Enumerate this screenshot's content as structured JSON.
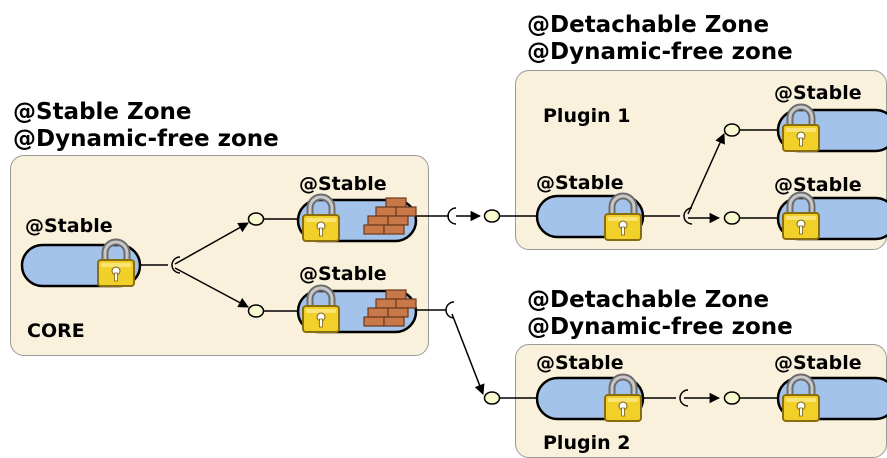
{
  "core_zone": {
    "heading_line1": "@Stable Zone",
    "heading_line2": "@Dynamic-free zone",
    "name": "CORE"
  },
  "plugin1_zone": {
    "heading_line1": "@Detachable Zone",
    "heading_line2": "@Dynamic-free zone",
    "name": "Plugin 1"
  },
  "plugin2_zone": {
    "heading_line1": "@Detachable Zone",
    "heading_line2": "@Dynamic-free zone",
    "name": "Plugin 2"
  },
  "component_annotation": "@Stable",
  "colors": {
    "zone_fill": "#f9f1dc",
    "zone_border": "#9a9a9a",
    "component_fill": "#a4c3ea",
    "lock_body": "#f2d02a",
    "lock_shackle": "#8c8c8c",
    "brick": "#c9784a",
    "port_fill": "#fafad0"
  },
  "icons": [
    "padlock-icon",
    "brick-wall-icon"
  ]
}
